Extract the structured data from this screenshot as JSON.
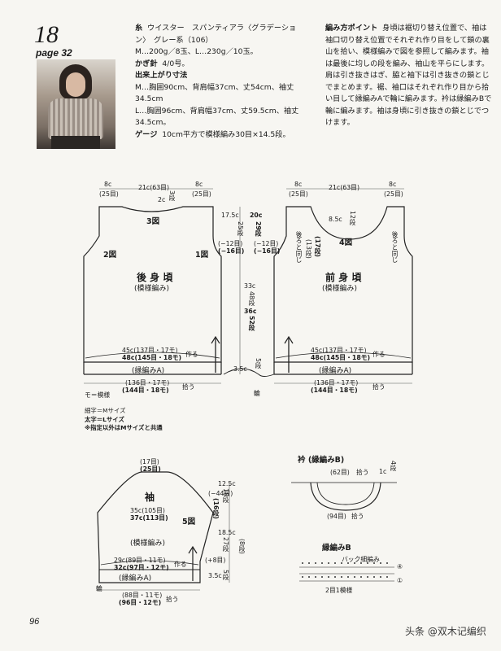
{
  "header": {
    "pattern_number": "18",
    "page_ref": "page 32"
  },
  "info": {
    "yarn_label": "糸",
    "yarn_text": "ウイスター　スパンティアラ〈グラデーション〉　グレー系（106）",
    "yarn_amount": "M…200g／8玉、L…230g／10玉。",
    "hook_label": "かぎ針",
    "hook_text": "4/0号。",
    "size_label": "出来上がり寸法",
    "size_m": "M…胸囲90cm、背肩幅37cm、丈54cm、袖丈34.5cm",
    "size_l": "L…胸囲96cm、背肩幅37cm、丈59.5cm、袖丈34.5cm。",
    "gauge_label": "ゲージ",
    "gauge_text": "10cm平方で模様編み30目×14.5段。"
  },
  "points": {
    "label": "編み方ポイント",
    "text": "身頃は裾切り替え位置で、袖は袖口切り替え位置でそれぞれ作り目をして鎖の裏山を拾い、模様編みで図を参照して編みます。袖は最後に均しの段を編み、袖山を平らにします。肩は引き抜きはぎ、脇と袖下は引き抜きの鎖とじでまとめます。裾、袖口はそれぞれ作り目から拾い目して縁編みAで輪に編みます。衿は縁編みBで輪に編みます。袖は身頃に引き抜きの鎖とじでつけます。"
  },
  "back": {
    "title": "後 身 頃",
    "pattern": "(模様編み)",
    "fig3": "3図",
    "fig2": "2図",
    "fig1": "1図",
    "top_left": "8c",
    "top_left_st": "(25目)",
    "top_mid": "21c(63目)",
    "top_right": "8c",
    "top_right_st": "(25目)",
    "neck_c": "2c",
    "neck_r": "3段",
    "side_l": "(−12目)",
    "side_l2": "(−16目)",
    "w_m": "45c(137目・17モ)",
    "w_l": "48c(145目・18モ)",
    "saku": "作る",
    "border": "(縁編みA)",
    "pick_m": "(136目・17モ)",
    "pick_l": "(144目・18モ)",
    "hirou": "拾う"
  },
  "center_dims": {
    "armhole_m": "17.5c",
    "armhole_l": "20c",
    "arm_r_m": "25段",
    "arm_r_l": "29段",
    "body_m": "33c",
    "body_r_m": "48段",
    "body_l": "36c",
    "body_r_l": "52段",
    "hem_m": "3.5c",
    "hem_r": "5段",
    "wa": "輪"
  },
  "front": {
    "title": "前 身 頃",
    "pattern": "(模様編み)",
    "fig4": "4図",
    "top_left": "8c",
    "top_left_st": "(25目)",
    "top_mid": "21c(63目)",
    "top_right": "8c",
    "top_right_st": "(25目)",
    "neck": "8.5c",
    "neck_r": "12段",
    "r_a": "(17段)",
    "r_b": "(13段)",
    "side_l": "(−12目)",
    "side_l2": "(−16目)",
    "back_same_l": "後ろと同じ",
    "back_same_r": "後ろと同じ",
    "w_m": "45c(137目・17モ)",
    "w_l": "48c(145目・18モ)",
    "saku": "作る",
    "border": "(縁編みA)",
    "pick_m": "(136目・17モ)",
    "pick_l": "(144目・18モ)",
    "hirou": "拾う"
  },
  "legend": {
    "mo": "モ＝模様",
    "thin": "細字＝Mサイズ",
    "bold": "太字＝Lサイズ",
    "note": "※指定以外はMサイズと共通"
  },
  "sleeve": {
    "title": "袖",
    "pattern": "(模様編み)",
    "fig5": "5図",
    "top_m": "(17目)",
    "top_l": "(25目)",
    "w_m": "35c(105目)",
    "w_l": "37c(113目)",
    "dec": "(−44目)",
    "inc": "(+8目)",
    "cap": "12.5c",
    "cap_r_m": "18段",
    "cap_r_l": "(16段)",
    "len": "18.5c",
    "len_r": "27段",
    "len_r2": "(8段)",
    "cuff": "3.5c",
    "cuff_r": "5段",
    "cw_m": "29c(89目・11モ)",
    "cw_l": "32c(97目・12モ)",
    "saku": "作る",
    "border": "(縁編みA)",
    "wa": "輪",
    "pick_m": "(88目・11モ)",
    "pick_l": "(96目・12モ)",
    "hirou": "拾う"
  },
  "collar": {
    "title": "衿",
    "title_sub": "(縁編みB)",
    "top": "(62目)",
    "hirou1": "拾う",
    "side": "1c",
    "side_r": "4段",
    "bottom": "(94目)",
    "hirou2": "拾う"
  },
  "border_b": {
    "title": "縁編みB",
    "back": "バック細編み",
    "one_repeat": "2目1模様",
    "row1": "①",
    "row4": "④"
  },
  "footer": {
    "page": "96",
    "watermark": "头条 @双木记编织"
  }
}
